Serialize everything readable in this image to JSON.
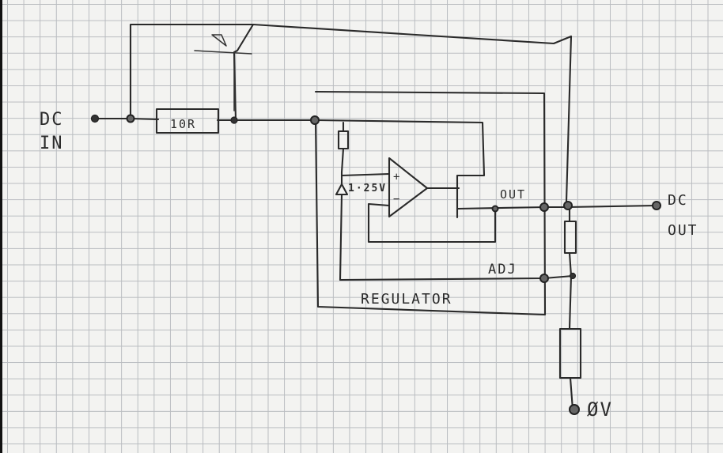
{
  "labels": {
    "dc_in_line1": "DC",
    "dc_in_line2": "IN",
    "resistor_value": "10R",
    "reference_voltage": "1·25V",
    "opamp_plus": "+",
    "opamp_minus": "−",
    "out_pin": "OUT",
    "adj_pin": "ADJ",
    "regulator_name": "REGULATOR",
    "dc_out_line1": "DC",
    "dc_out_line2": "OUT",
    "ground": "ØV"
  },
  "colors": {
    "paper": "#f3f3f1",
    "grid": "#b9bcc0",
    "ink": "#2a2a2a"
  }
}
